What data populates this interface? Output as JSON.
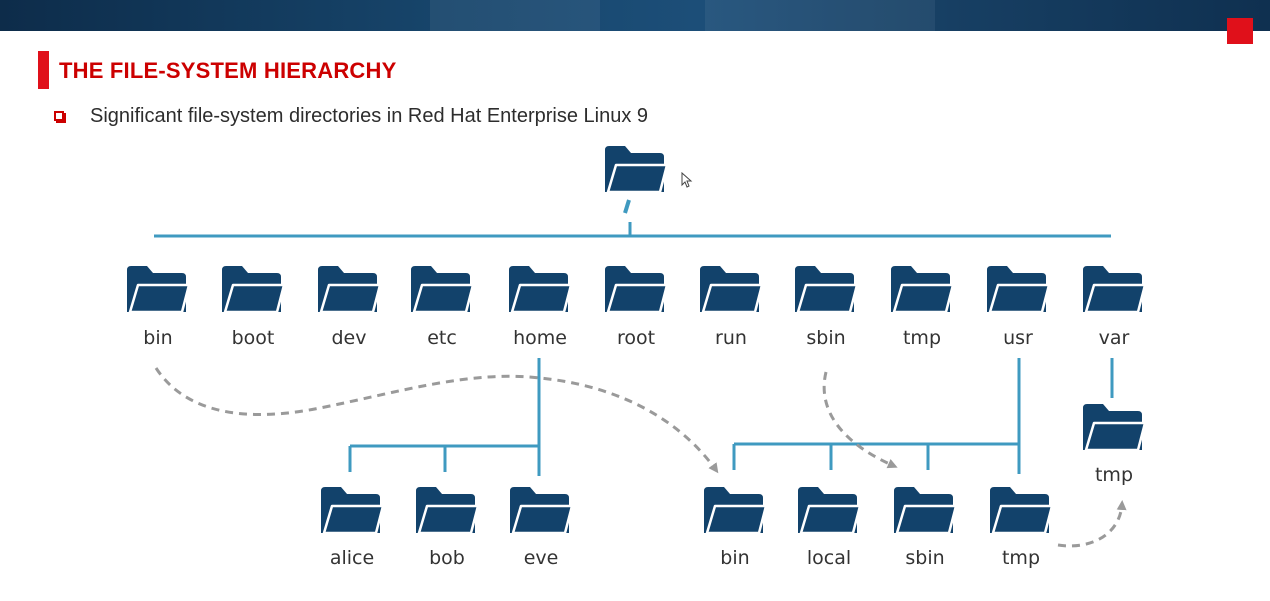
{
  "header": {
    "title": "THE FILE-SYSTEM HIERARCHY",
    "subtitle": "Significant file-system directories in Red Hat Enterprise Linux 9"
  },
  "colors": {
    "accent": "#e0101a",
    "folder": "#12426b",
    "connector": "#3f9ac0",
    "arrow": "#9a9a9a"
  },
  "tree": {
    "root": {
      "icon": "folder-icon"
    },
    "top_level": [
      "bin",
      "boot",
      "dev",
      "etc",
      "home",
      "root",
      "run",
      "sbin",
      "tmp",
      "usr",
      "var"
    ],
    "home_children": [
      "alice",
      "bob",
      "eve"
    ],
    "usr_children": [
      "bin",
      "local",
      "sbin",
      "tmp"
    ],
    "var_children": [
      "tmp"
    ]
  }
}
